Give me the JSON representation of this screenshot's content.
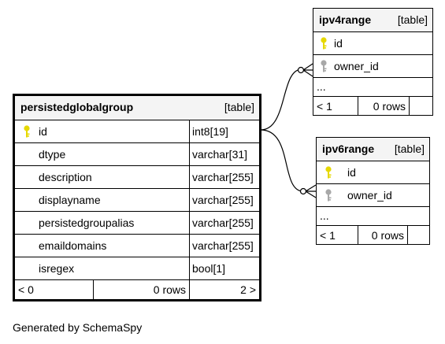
{
  "diagram": {
    "caption": "Generated by SchemaSpy",
    "tables": {
      "main": {
        "name": "persistedglobalgroup",
        "kind": "[table]",
        "columns": [
          {
            "name": "id",
            "type": "int8[19]",
            "key": "primary"
          },
          {
            "name": "dtype",
            "type": "varchar[31]",
            "key": "none"
          },
          {
            "name": "description",
            "type": "varchar[255]",
            "key": "none"
          },
          {
            "name": "displayname",
            "type": "varchar[255]",
            "key": "none"
          },
          {
            "name": "persistedgroupalias",
            "type": "varchar[255]",
            "key": "none"
          },
          {
            "name": "emaildomains",
            "type": "varchar[255]",
            "key": "none"
          },
          {
            "name": "isregex",
            "type": "bool[1]",
            "key": "none"
          }
        ],
        "footer": {
          "parents": "< 0",
          "rows": "0 rows",
          "children": "2 >"
        }
      },
      "ipv4": {
        "name": "ipv4range",
        "kind": "[table]",
        "columns": [
          {
            "name": "id",
            "key": "primary"
          },
          {
            "name": "owner_id",
            "key": "foreign"
          }
        ],
        "more": "...",
        "footer": {
          "parents": "< 1",
          "rows": "0 rows",
          "children": ""
        }
      },
      "ipv6": {
        "name": "ipv6range",
        "kind": "[table]",
        "columns": [
          {
            "name": "id",
            "key": "primary"
          },
          {
            "name": "owner_id",
            "key": "foreign"
          }
        ],
        "more": "...",
        "footer": {
          "parents": "< 1",
          "rows": "0 rows",
          "children": ""
        }
      }
    },
    "colors": {
      "primary_key": "#e6d800",
      "foreign_key": "#a8a8a8",
      "border": "#000000",
      "header_bg": "#f4f4f4"
    }
  }
}
